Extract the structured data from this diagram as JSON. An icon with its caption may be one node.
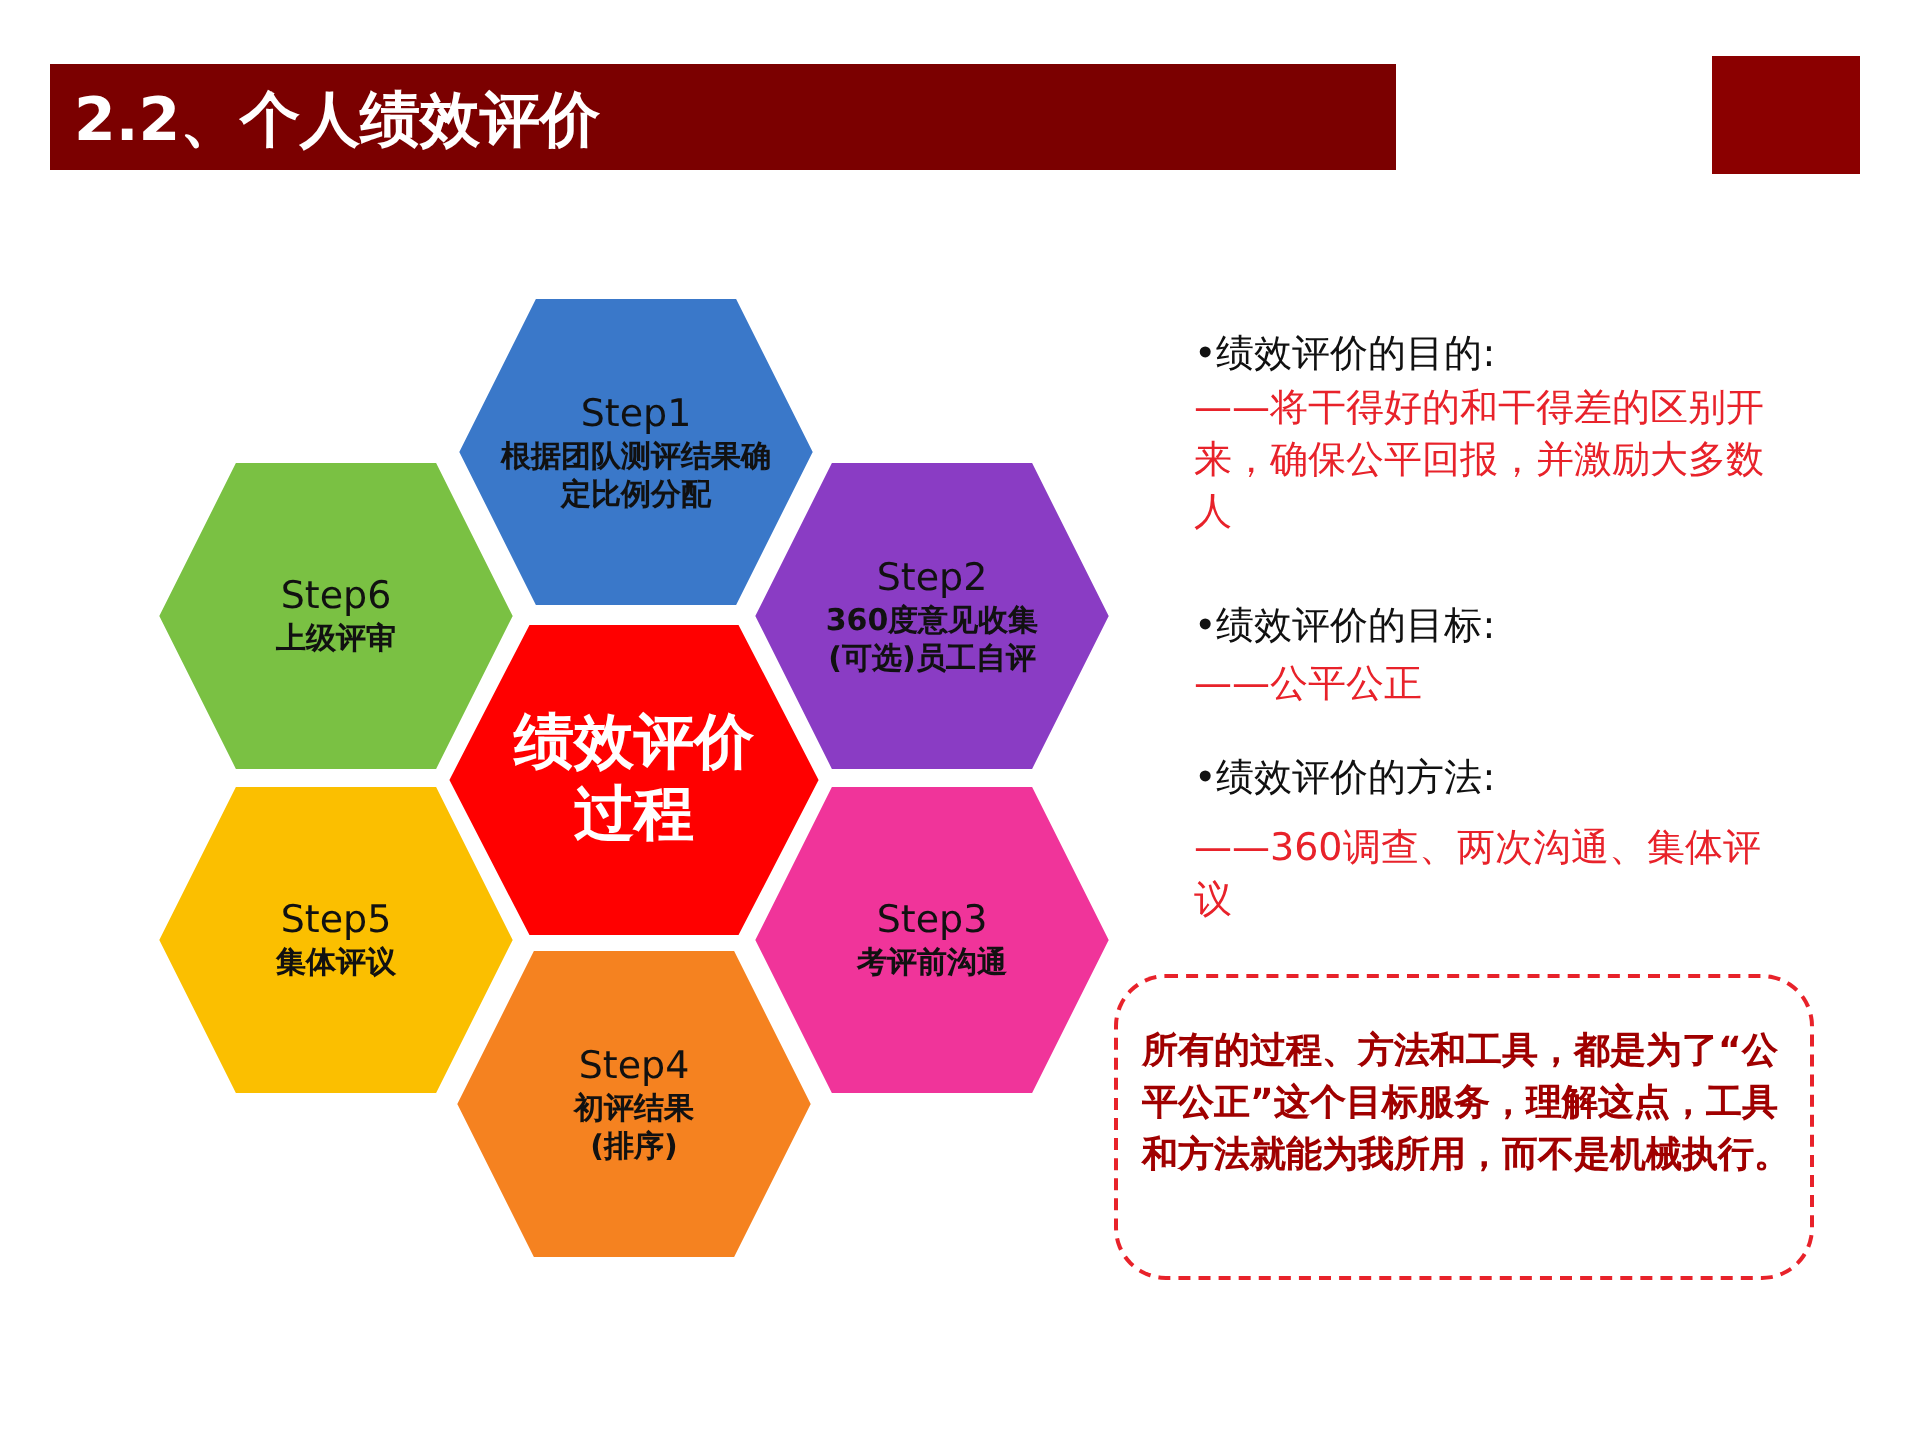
{
  "diagram": {
    "title": "2.2、个人绩效评价",
    "nodes": [
      {
        "text": [
          "绩效评价过程"
        ]
      },
      {
        "text": [
          "Step1",
          "根据团队测评结果确定比例分配"
        ]
      },
      {
        "text": [
          "Step2",
          "360度意见收集(可选)员工自评"
        ]
      },
      {
        "text": [
          "Step3",
          "考评前沟通"
        ]
      },
      {
        "text": [
          "Step4",
          "初评结果(排序)"
        ]
      },
      {
        "text": [
          "Step5",
          "集体评议"
        ]
      },
      {
        "text": [
          "Step6",
          "上级评审"
        ]
      },
      {
        "text": [
          "所有的过程、方法和工具，都是为了“公平公正”这个目标服务，理解这点，工具和方法就能为我所用，而不是机械执行。"
        ]
      }
    ],
    "edges": [],
    "labels": [
      "•绩效评价的目的:",
      "——将干得好的和干得差的区别开来，确保公平回报，并激励大多数人",
      "•绩效评价的目标:",
      "——公平公正",
      "•绩效评价的方法:",
      "——360调查、两次沟通、集体评议"
    ]
  }
}
